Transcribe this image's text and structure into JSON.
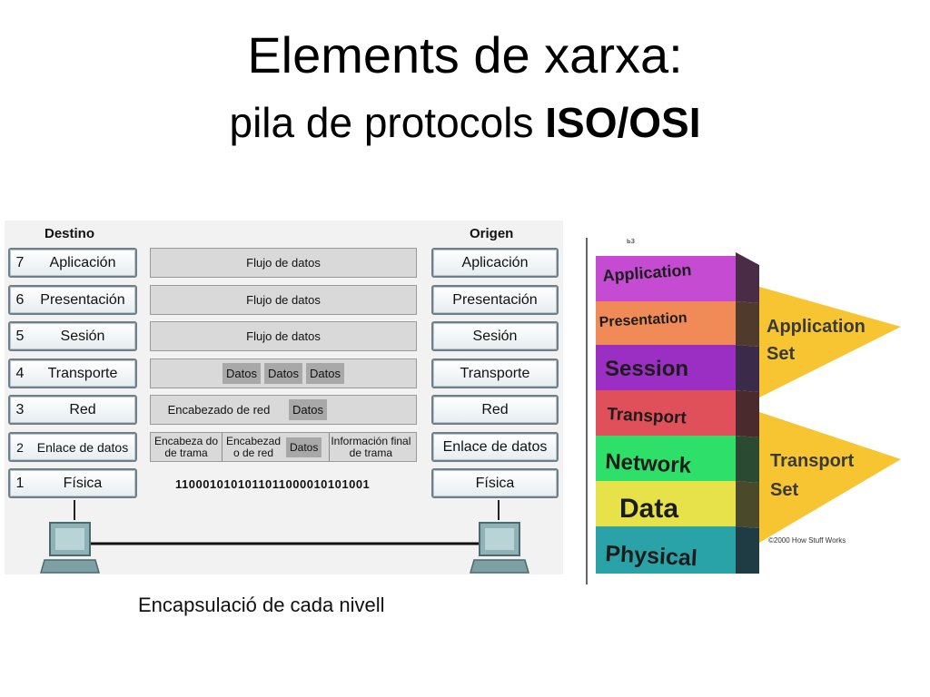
{
  "title": {
    "line1": "Elements de xarxa:",
    "line2_prefix": "pila de protocols ",
    "line2_bold": "ISO/OSI"
  },
  "diagram": {
    "dest_label": "Destino",
    "origin_label": "Origen",
    "layers": [
      {
        "num": "7",
        "name": "Aplicación"
      },
      {
        "num": "6",
        "name": "Presentación"
      },
      {
        "num": "5",
        "name": "Sesión"
      },
      {
        "num": "4",
        "name": "Transporte"
      },
      {
        "num": "3",
        "name": "Red"
      },
      {
        "num": "2",
        "name": "Enlace de datos"
      },
      {
        "num": "1",
        "name": "Física"
      }
    ],
    "flow": [
      "Flujo de datos",
      "Flujo de datos",
      "Flujo de datos"
    ],
    "transport_chips": [
      "Datos",
      "Datos",
      "Datos"
    ],
    "network_header": "Encabezado de red",
    "network_data": "Datos",
    "link_frame_header": "Encabeza do de trama",
    "link_net_header": "Encabezad o de red",
    "link_data": "Datos",
    "link_trailer": "Información final de trama",
    "bits": "1100010101011011000010101001"
  },
  "caption": "Encapsulació de cada nivell",
  "stack": {
    "small_mark": "ьз",
    "layers": [
      {
        "name": "Application",
        "color": "#c44bd2"
      },
      {
        "name": "Presentation",
        "color": "#f08b58"
      },
      {
        "name": "Session",
        "color": "#9b2fc4"
      },
      {
        "name": "Transport",
        "color": "#e0505a"
      },
      {
        "name": "Network",
        "color": "#2ee06a"
      },
      {
        "name": "Data",
        "color": "#e8e24a"
      },
      {
        "name": "Physical",
        "color": "#2aa3a8"
      }
    ],
    "app_set": [
      "Application",
      "Set"
    ],
    "transport_set": [
      "Transport",
      "Set"
    ],
    "copyright": "©2000 How Stuff Works",
    "arrow_color": "#f7c432"
  }
}
